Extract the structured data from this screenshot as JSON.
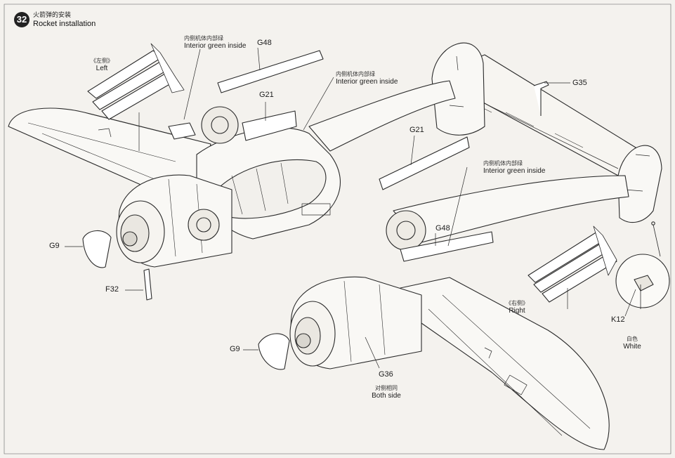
{
  "step": {
    "number": "32",
    "title_cn": "火箭弹的安装",
    "title_en": "Rocket installation"
  },
  "callouts": {
    "interior_1": {
      "cn": "内侧机体内部绿",
      "en": "Interior green inside"
    },
    "interior_2": {
      "cn": "内侧机体内部绿",
      "en": "Interior green inside"
    },
    "interior_3": {
      "cn": "内侧机体内部绿",
      "en": "Interior green inside"
    },
    "left": {
      "cn": "《左侧》",
      "en": "Left"
    },
    "right": {
      "cn": "《右侧》",
      "en": "Right"
    },
    "both_side": {
      "cn": "对侧相同",
      "en": "Both side"
    },
    "white": {
      "cn": "白色",
      "en": "White"
    }
  },
  "parts": {
    "g48_top": "G48",
    "g21_top": "G21",
    "g35": "G35",
    "g21_mid": "G21",
    "g48_mid": "G48",
    "g9_left": "G9",
    "f32": "F32",
    "g9_bottom": "G9",
    "g36": "G36",
    "k12": "K12"
  }
}
